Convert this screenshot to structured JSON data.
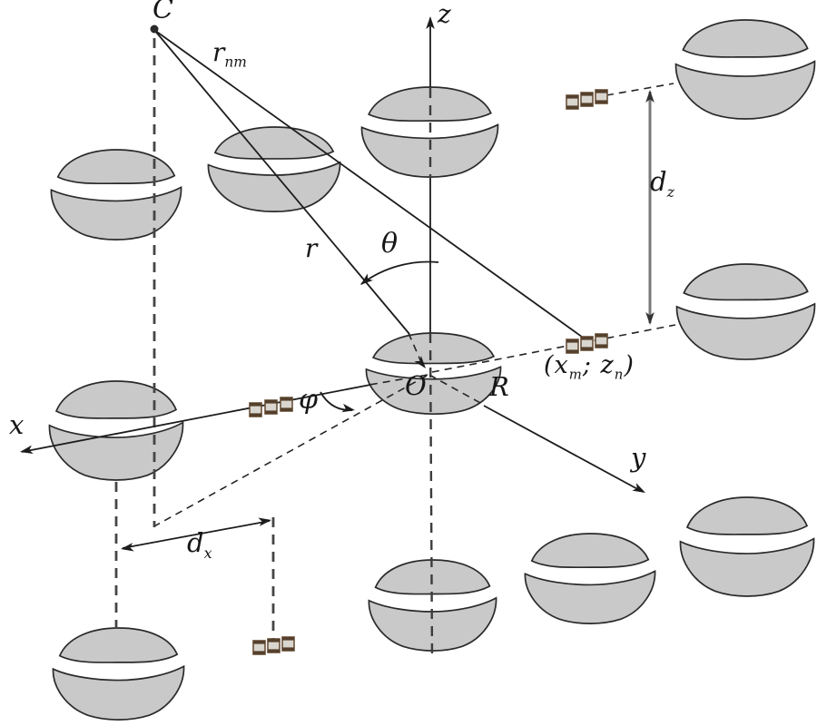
{
  "figure": {
    "colors": {
      "background": "#ffffff",
      "line": "#1c1c1c",
      "sphere_fill": "#c9c9c9",
      "sphere_stroke": "#2a2a2a",
      "marker_fill": "#d9d6cf",
      "marker_frame": "#6b5139",
      "marker_band": "#54402c",
      "dimension_gray": "#787878",
      "dash_gray": "#454545"
    },
    "labels": {
      "point_c": "C",
      "axis_z": "z",
      "axis_x": "x",
      "axis_y": "y",
      "origin": "O",
      "radius": "R",
      "r_line": "r",
      "r_nm": {
        "base": "r",
        "sub": "nm"
      },
      "theta": "θ",
      "phi": "φ",
      "d_z": {
        "base": "d",
        "sub": "z"
      },
      "d_x": {
        "base": "d",
        "sub": "x"
      },
      "element_coord": {
        "open": "(",
        "x": "x",
        "x_sub": "m",
        "sep": "; ",
        "z": "z",
        "z_sub": "n",
        "close": ")"
      }
    }
  }
}
